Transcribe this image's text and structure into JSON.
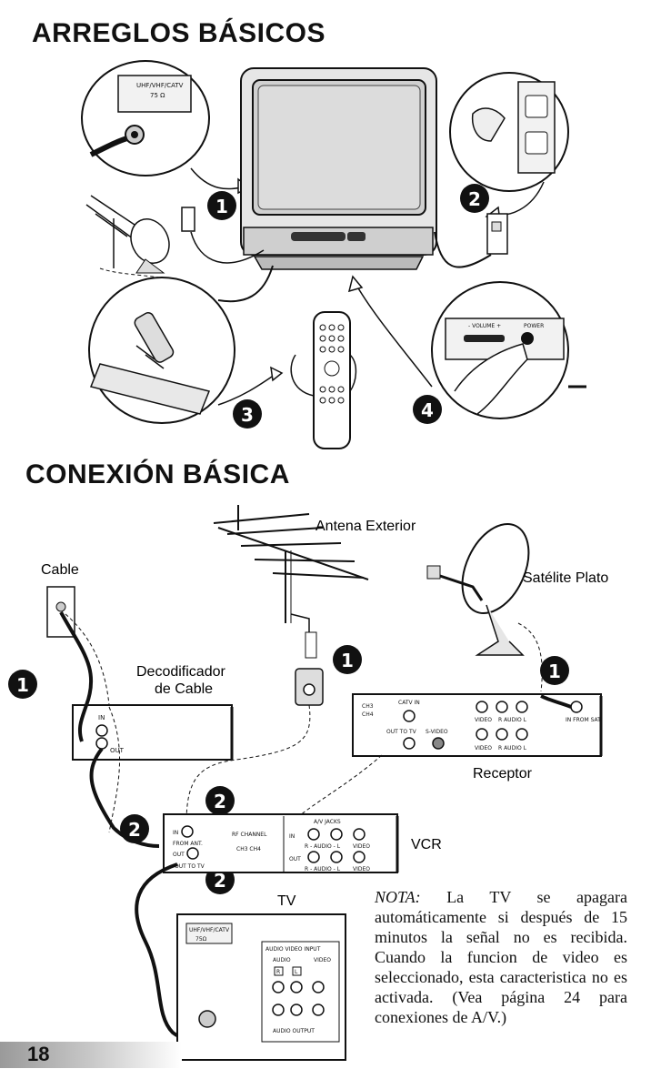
{
  "section1": {
    "title": "ARREGLOS BÁSICOS"
  },
  "section2": {
    "title": "CONEXIÓN BÁSICA"
  },
  "illustration1": {
    "jack_label": "UHF/VHF/CATV",
    "jack_ohm": "75 Ω",
    "volume_label": "- VOLUME +",
    "power_label": "POWER",
    "steps": [
      "1",
      "2",
      "3",
      "4"
    ]
  },
  "illustration2": {
    "cable": "Cable",
    "antenna": "Antena Exterior",
    "satellite": "Satélite Plato",
    "decoder_line1": "Decodificador",
    "decoder_line2": "de Cable",
    "receiver": "Receptor",
    "vcr": "VCR",
    "tv": "TV",
    "decoder_in": "IN",
    "decoder_out": "OUT",
    "receiver_panel": {
      "ch3": "CH3",
      "ch4": "CH4",
      "catv_in": "CATV IN",
      "out_to_tv": "OUT TO TV",
      "s_video": "S-VIDEO",
      "video": "VIDEO",
      "r_audio_l": "R AUDIO L",
      "in_from_sat": "IN FROM SAT."
    },
    "vcr_panel": {
      "in": "IN",
      "out": "OUT",
      "from_ant": "FROM ANT.",
      "out_to_tv": "OUT TO TV",
      "rf_channel": "RF CHANNEL",
      "ch3_ch4": "CH3 CH4",
      "av_jacks": "A/V JACKS",
      "r_audio_l": "R - AUDIO - L",
      "video": "VIDEO"
    },
    "tv_panel": {
      "jack": "UHF/VHF/CATV",
      "ohm": "75Ω",
      "audio_video_input": "AUDIO VIDEO INPUT",
      "audio": "AUDIO",
      "video": "VIDEO",
      "r": "R",
      "l": "L",
      "audio_output": "AUDIO OUTPUT"
    }
  },
  "note": {
    "label": "NOTA:",
    "text": "La TV se apagara automáticamente si después de 15 minutos la señal no es recibida. Cuando la funcion de video es seleccionado, esta caracteristica no es activada. (Vea página 24 para conexiones de A/V.)"
  },
  "page_number": "18"
}
